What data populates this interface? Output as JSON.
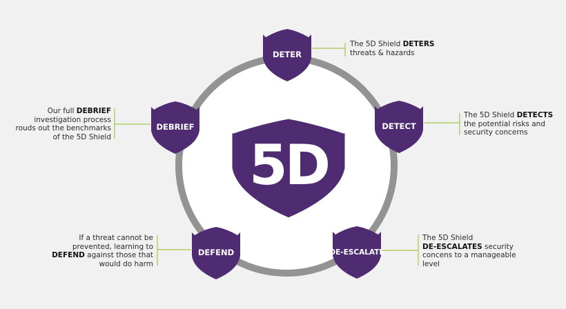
{
  "center_logo": {
    "text": "5D"
  },
  "stages": [
    {
      "id": "deter",
      "label": "DETER"
    },
    {
      "id": "detect",
      "label": "DETECT"
    },
    {
      "id": "de-escalate",
      "label": "DE-ESCALATE"
    },
    {
      "id": "defend",
      "label": "DEFEND"
    },
    {
      "id": "debrief",
      "label": "DEBRIEF"
    }
  ],
  "annotations": {
    "deter": [
      [
        {
          "t": "The 5D Shield "
        },
        {
          "t": "DETERS",
          "b": true
        }
      ],
      [
        {
          "t": "threats & hazards"
        }
      ]
    ],
    "detect": [
      [
        {
          "t": "The 5D Shield "
        },
        {
          "t": "DETECTS",
          "b": true
        }
      ],
      [
        {
          "t": "the potential risks and"
        }
      ],
      [
        {
          "t": "security concerns"
        }
      ]
    ],
    "de-escalate": [
      [
        {
          "t": "The 5D Shield"
        }
      ],
      [
        {
          "t": "DE-ESCALATES",
          "b": true
        },
        {
          "t": " security"
        }
      ],
      [
        {
          "t": "concens to a manageable"
        }
      ],
      [
        {
          "t": "level"
        }
      ]
    ],
    "defend": [
      [
        {
          "t": "If a threat cannot be"
        }
      ],
      [
        {
          "t": "prevented, learning to"
        }
      ],
      [
        {
          "t": "DEFEND",
          "b": true
        },
        {
          "t": " against those that"
        }
      ],
      [
        {
          "t": "would do harm"
        }
      ]
    ],
    "debrief": [
      [
        {
          "t": "Our full "
        },
        {
          "t": "DEBRIEF",
          "b": true
        }
      ],
      [
        {
          "t": "investigation process"
        }
      ],
      [
        {
          "t": "rouds out the benchmarks"
        }
      ],
      [
        {
          "t": "of the 5D Shield"
        }
      ]
    ]
  },
  "colors": {
    "background": "#f1f1f2",
    "shield_purple": "#4f2c72",
    "ring_gray": "#939393",
    "accent_green": "#a6c84a",
    "shield_text": "#ffffff"
  }
}
